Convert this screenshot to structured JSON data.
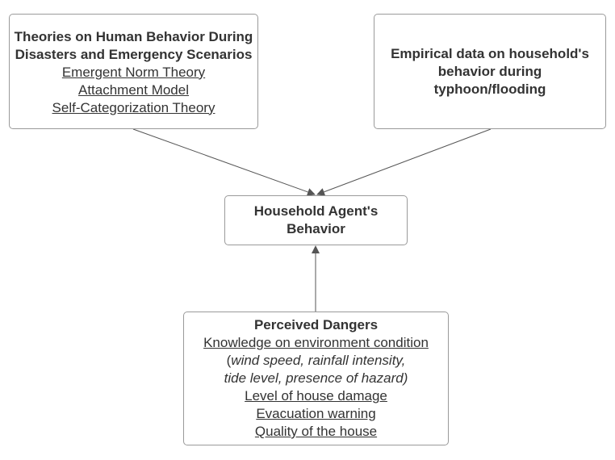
{
  "diagram": {
    "nodes": {
      "theories": {
        "title": "Theories on Human Behavior During Disasters and Emergency Scenarios",
        "items": [
          "Emergent Norm Theory",
          "Attachment Model",
          "Self-Categorization Theory"
        ]
      },
      "empirical": {
        "title": "Empirical data on household's behavior during typhoon/flooding"
      },
      "agent": {
        "title": "Household Agent's Behavior"
      },
      "dangers": {
        "title": "Perceived Dangers",
        "items": [
          "Knowledge on environment condition",
          "Level of house damage",
          "Evacuation warning",
          "Quality of the house"
        ],
        "note_open": "(",
        "note_line1": "wind speed, rainfall intensity,",
        "note_line2": "tide level, presence of hazard)"
      }
    },
    "edges": [
      {
        "from": "theories",
        "to": "agent"
      },
      {
        "from": "empirical",
        "to": "agent"
      },
      {
        "from": "dangers",
        "to": "agent"
      }
    ],
    "colors": {
      "border": "#9a9a9a",
      "text": "#333333",
      "arrow": "#555555"
    }
  }
}
